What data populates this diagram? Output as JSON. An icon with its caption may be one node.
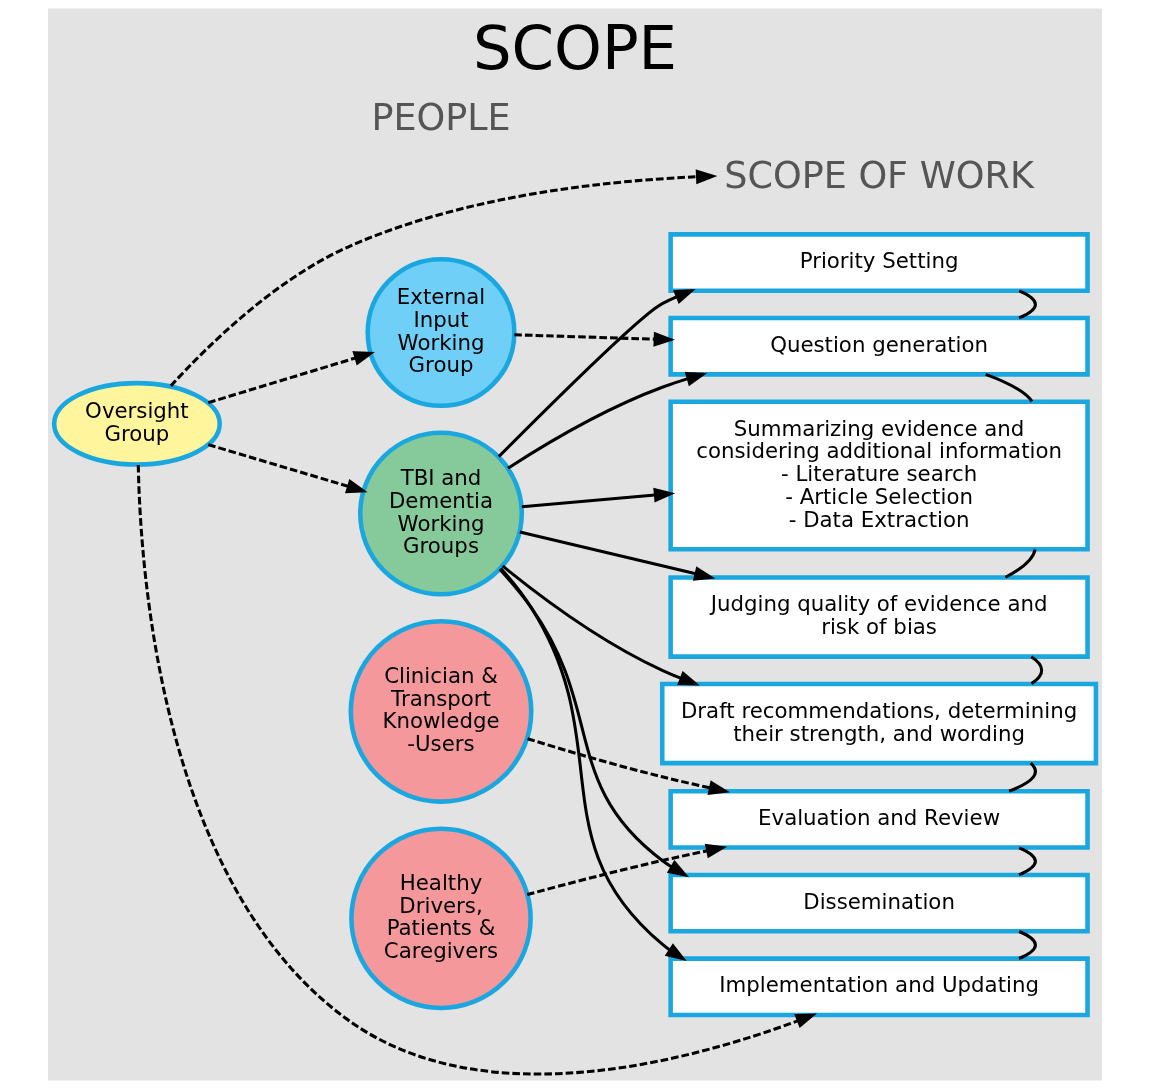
{
  "diagram": {
    "title": "SCOPE",
    "nodes": [
      {
        "text": [
          "Oversight Group"
        ]
      },
      {
        "text": [
          "TBI and Dementia Working Groups"
        ]
      },
      {
        "text": [
          "External Input Working Group"
        ]
      },
      {
        "text": [
          "Clinician & Transport Knowledge -Users"
        ]
      },
      {
        "text": [
          "Healthy Drivers, Patients & Caregivers"
        ]
      },
      {
        "text": [
          "Priority Setting"
        ]
      },
      {
        "text": [
          "Question generation"
        ]
      },
      {
        "text": [
          "Summarizing evidence and considering additional information",
          "- Literature search",
          "- Article Selection",
          "- Data Extraction"
        ]
      },
      {
        "text": [
          "Judging quality of evidence and risk of bias"
        ]
      },
      {
        "text": [
          "Draft recommendations, determining their strength, and wording"
        ]
      },
      {
        "text": [
          "Evaluation and Review"
        ]
      },
      {
        "text": [
          "Dissemination"
        ]
      },
      {
        "text": [
          "Implementation and Updating"
        ]
      },
      {
        "text": [
          "SCOPE OF WORK"
        ]
      }
    ],
    "edges": [
      {
        "from": 0,
        "to": 1,
        "arrow": "to",
        "style": "dashed"
      },
      {
        "from": 0,
        "to": 13,
        "arrow": "to",
        "style": "dashed"
      },
      {
        "from": 0,
        "to": 2,
        "arrow": "to",
        "style": "dashed"
      },
      {
        "from": 0,
        "to": 12,
        "arrow": "to",
        "style": "dashed"
      },
      {
        "from": 1,
        "to": 5,
        "arrow": "to"
      },
      {
        "from": 1,
        "to": 6,
        "arrow": "to"
      },
      {
        "from": 1,
        "to": 7,
        "arrow": "to"
      },
      {
        "from": 1,
        "to": 8,
        "arrow": "to"
      },
      {
        "from": 1,
        "to": 9,
        "arrow": "to"
      },
      {
        "from": 1,
        "to": 11,
        "arrow": "to"
      },
      {
        "from": 1,
        "to": 12,
        "arrow": "to"
      },
      {
        "from": 2,
        "to": 6,
        "arrow": "to",
        "style": "dashed"
      },
      {
        "from": 3,
        "to": 10,
        "arrow": "to",
        "style": "dashed"
      },
      {
        "from": 4,
        "to": 10,
        "arrow": "to",
        "style": "dashed"
      },
      {
        "from": 5,
        "to": 6,
        "arrow": "none"
      },
      {
        "from": 6,
        "to": 7,
        "arrow": "none"
      },
      {
        "from": 7,
        "to": 8,
        "arrow": "none"
      },
      {
        "from": 8,
        "to": 9,
        "arrow": "none"
      },
      {
        "from": 9,
        "to": 10,
        "arrow": "none"
      },
      {
        "from": 10,
        "to": 11,
        "arrow": "none"
      },
      {
        "from": 11,
        "to": 12,
        "arrow": "none"
      }
    ],
    "labels": [
      "PEOPLE"
    ]
  }
}
